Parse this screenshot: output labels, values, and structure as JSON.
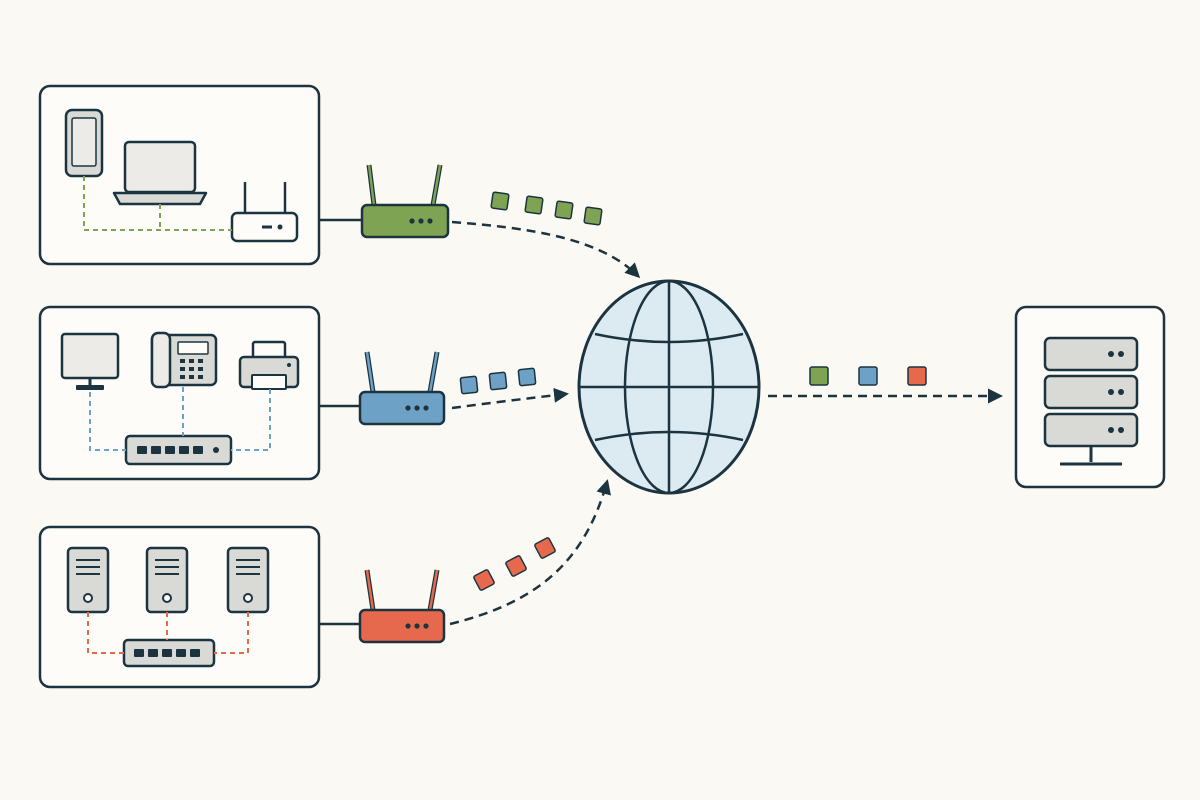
{
  "colors": {
    "background": "#fbf9f4",
    "stroke": "#1c3440",
    "device_fill": "#d9d9d6",
    "device_light": "#ecebe7",
    "lan_green": "#7ea353",
    "lan_blue": "#6ea1c6",
    "lan_orange": "#e6694e",
    "globe_fill": "#dcebf2",
    "panel_fill": "#fdfcf8"
  },
  "networks": [
    {
      "id": "mobile",
      "accent": "lan_green",
      "devices": [
        "smartphone-icon",
        "laptop-icon",
        "wifi-access-point-icon"
      ],
      "packets": 4
    },
    {
      "id": "office",
      "accent": "lan_blue",
      "devices": [
        "desktop-monitor-icon",
        "desk-phone-icon",
        "printer-icon",
        "network-switch-icon"
      ],
      "packets": 3
    },
    {
      "id": "datacenter",
      "accent": "lan_orange",
      "devices": [
        "tower-server-icon",
        "tower-server-icon",
        "tower-server-icon",
        "network-switch-icon"
      ],
      "packets": 3
    }
  ],
  "internet": {
    "icon": "globe-icon"
  },
  "destination": {
    "icon": "server-rack-icon",
    "incoming_packets": [
      "lan_green",
      "lan_blue",
      "lan_orange"
    ]
  }
}
